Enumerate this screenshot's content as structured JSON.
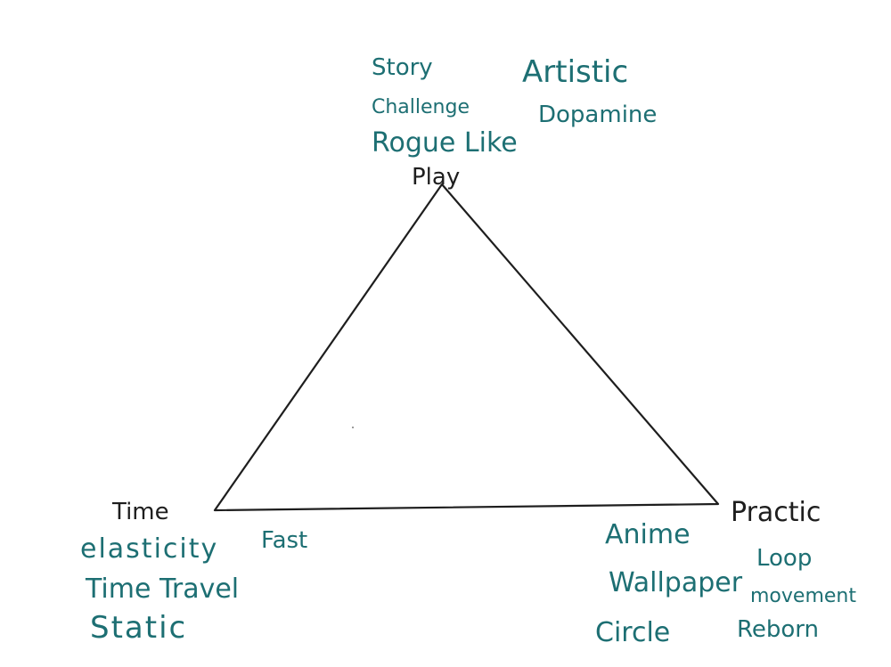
{
  "diagram": {
    "vertices": {
      "play": "Play",
      "time": "Time",
      "practic": "Practic"
    },
    "play_notes": [
      "Story",
      "Challenge",
      "Rogue Like",
      "Artistic",
      "Dopamine"
    ],
    "time_notes": [
      "elasticity",
      "Time Travel",
      "Static"
    ],
    "edge_note": "Fast",
    "practic_notes": [
      "Anime",
      "Wallpaper",
      "Circle",
      "Loop",
      "movement",
      "Reborn"
    ],
    "colors": {
      "line": "#1e1e1e",
      "note_ink": "#1d6f73",
      "vertex_ink": "#1e1e1e"
    }
  }
}
